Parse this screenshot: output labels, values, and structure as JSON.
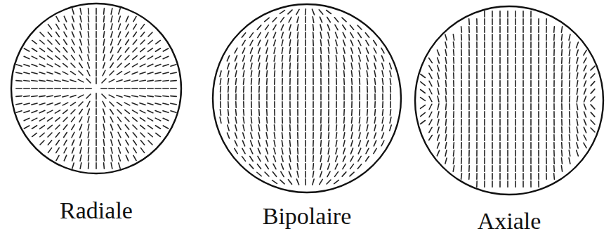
{
  "diagram": {
    "nodes": [
      {
        "text": [
          "Radiale"
        ]
      },
      {
        "text": [
          "Bipolaire"
        ]
      },
      {
        "text": [
          "Axiale"
        ]
      }
    ]
  }
}
